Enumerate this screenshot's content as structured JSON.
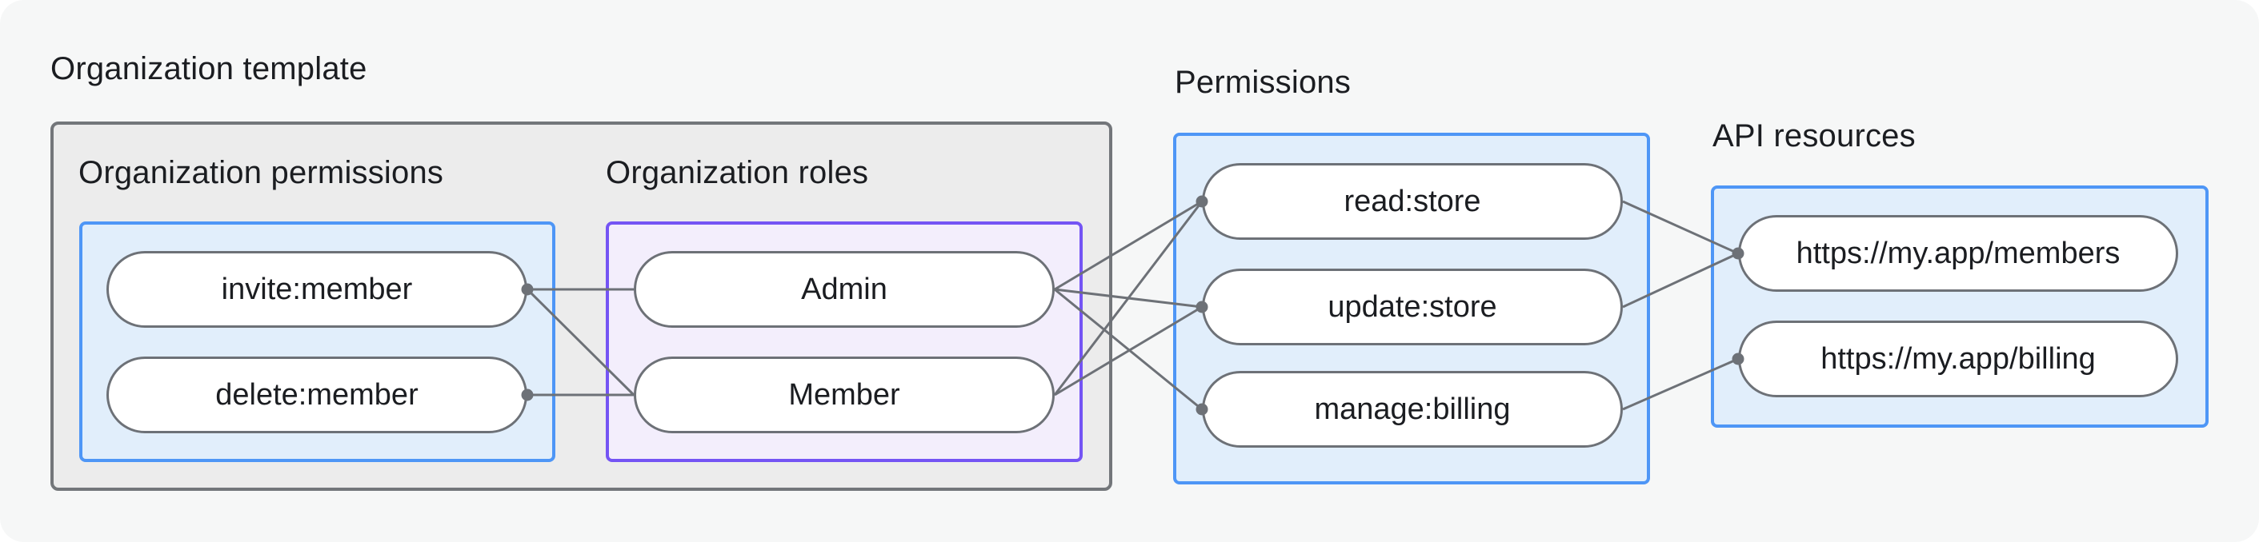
{
  "diagram_title": "Organization template",
  "groups": {
    "template": {
      "label": "Organization template"
    },
    "org_permissions": {
      "label": "Organization permissions"
    },
    "org_roles": {
      "label": "Organization roles"
    },
    "permissions": {
      "label": "Permissions"
    },
    "api_resources": {
      "label": "API resources"
    }
  },
  "nodes": {
    "invite_member": {
      "label": "invite:member"
    },
    "delete_member": {
      "label": "delete:member"
    },
    "admin": {
      "label": "Admin"
    },
    "member": {
      "label": "Member"
    },
    "read_store": {
      "label": "read:store"
    },
    "update_store": {
      "label": "update:store"
    },
    "manage_billing": {
      "label": "manage:billing"
    },
    "members_api": {
      "label": "https://my.app/members"
    },
    "billing_api": {
      "label": "https://my.app/billing"
    }
  },
  "edges": [
    {
      "from": "invite_member",
      "to": "admin"
    },
    {
      "from": "invite_member",
      "to": "member"
    },
    {
      "from": "delete_member",
      "to": "member"
    },
    {
      "from": "admin",
      "to": "read_store"
    },
    {
      "from": "admin",
      "to": "update_store"
    },
    {
      "from": "admin",
      "to": "manage_billing"
    },
    {
      "from": "member",
      "to": "read_store"
    },
    {
      "from": "member",
      "to": "update_store"
    },
    {
      "from": "read_store",
      "to": "members_api"
    },
    {
      "from": "update_store",
      "to": "members_api"
    },
    {
      "from": "manage_billing",
      "to": "billing_api"
    }
  ],
  "connection_dots": [
    {
      "node": "invite_member",
      "side": "right"
    },
    {
      "node": "delete_member",
      "side": "right"
    },
    {
      "node": "read_store",
      "side": "left"
    },
    {
      "node": "update_store",
      "side": "left"
    },
    {
      "node": "manage_billing",
      "side": "left"
    },
    {
      "node": "members_api",
      "side": "left"
    },
    {
      "node": "billing_api",
      "side": "left"
    }
  ],
  "colors": {
    "canvas_bg": "#f6f7f7",
    "card_fill": "#ececec",
    "card_border": "#73767a",
    "blue_fill": "#e1eefb",
    "blue_border": "#4e96f6",
    "purple_fill": "#f3eefc",
    "purple_border": "#7454f4",
    "connector": "#6d7177",
    "node_fill": "#ffffff",
    "text": "#1b1d21"
  }
}
